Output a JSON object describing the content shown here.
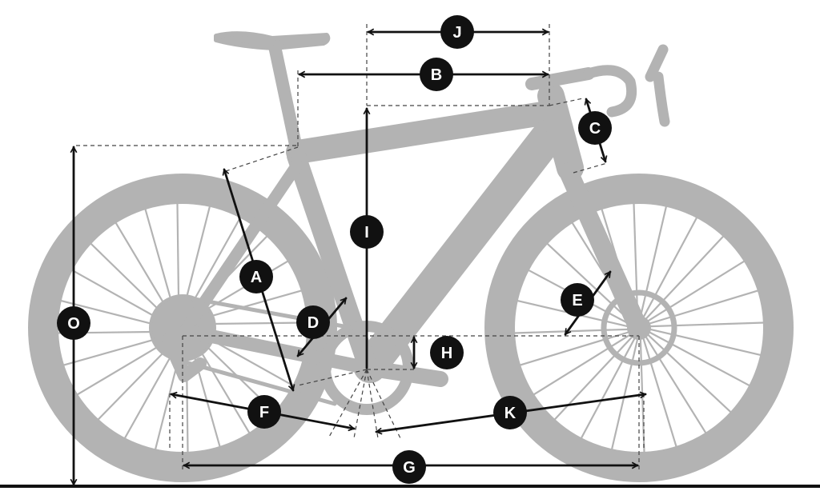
{
  "diagram": {
    "colors": {
      "silhouette": "#b3b3b3",
      "measure_line": "#111111",
      "guide_line": "#444444",
      "badge_fill": "#111111",
      "badge_text": "#ffffff",
      "ground": "#111111",
      "background": "#ffffff"
    },
    "labels": {
      "A": "A",
      "B": "B",
      "C": "C",
      "D": "D",
      "E": "E",
      "F": "F",
      "G": "G",
      "H": "H",
      "I": "I",
      "J": "J",
      "K": "K",
      "O": "O"
    }
  }
}
